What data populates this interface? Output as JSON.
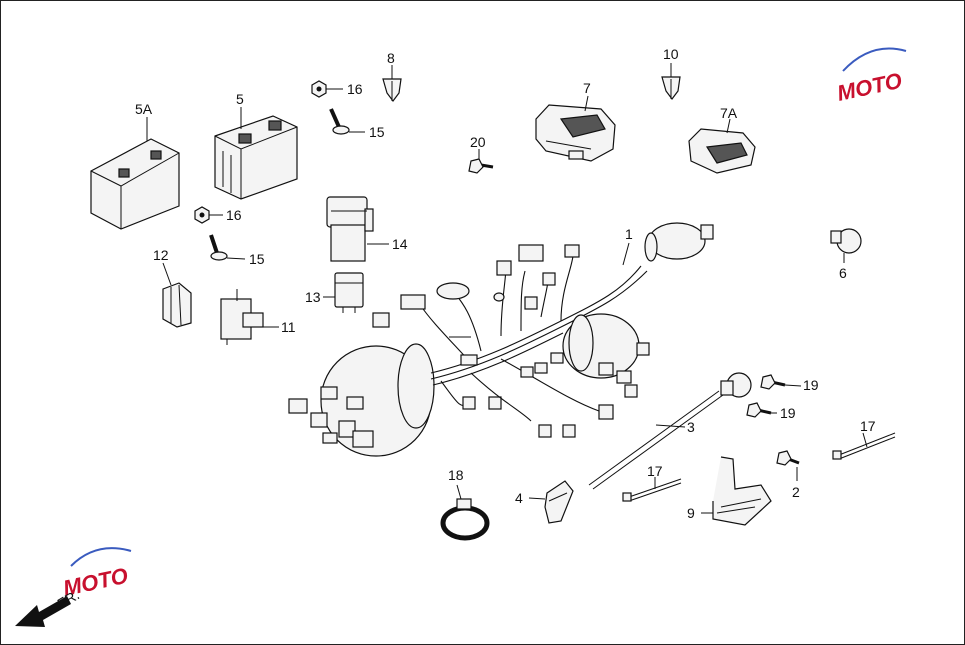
{
  "watermark": {
    "text": "MOTO",
    "color": "#c8102e",
    "accent": "#3a5bbf"
  },
  "direction": {
    "text": "FR."
  },
  "callouts": [
    {
      "id": "c5a",
      "text": "5A"
    },
    {
      "id": "c5",
      "text": "5"
    },
    {
      "id": "c16a",
      "text": "16"
    },
    {
      "id": "c15a",
      "text": "15"
    },
    {
      "id": "c8",
      "text": "8"
    },
    {
      "id": "c20",
      "text": "20"
    },
    {
      "id": "c7",
      "text": "7"
    },
    {
      "id": "c10",
      "text": "10"
    },
    {
      "id": "c7a",
      "text": "7A"
    },
    {
      "id": "c16b",
      "text": "16"
    },
    {
      "id": "c15b",
      "text": "15"
    },
    {
      "id": "c14",
      "text": "14"
    },
    {
      "id": "c12",
      "text": "12"
    },
    {
      "id": "c13",
      "text": "13"
    },
    {
      "id": "c11",
      "text": "11"
    },
    {
      "id": "c1",
      "text": "1"
    },
    {
      "id": "c6",
      "text": "6"
    },
    {
      "id": "c19a",
      "text": "19"
    },
    {
      "id": "c19b",
      "text": "19"
    },
    {
      "id": "c3",
      "text": "3"
    },
    {
      "id": "c17a",
      "text": "17"
    },
    {
      "id": "c17b",
      "text": "17"
    },
    {
      "id": "c2",
      "text": "2"
    },
    {
      "id": "c18",
      "text": "18"
    },
    {
      "id": "c4",
      "text": "4"
    },
    {
      "id": "c9",
      "text": "9"
    }
  ]
}
